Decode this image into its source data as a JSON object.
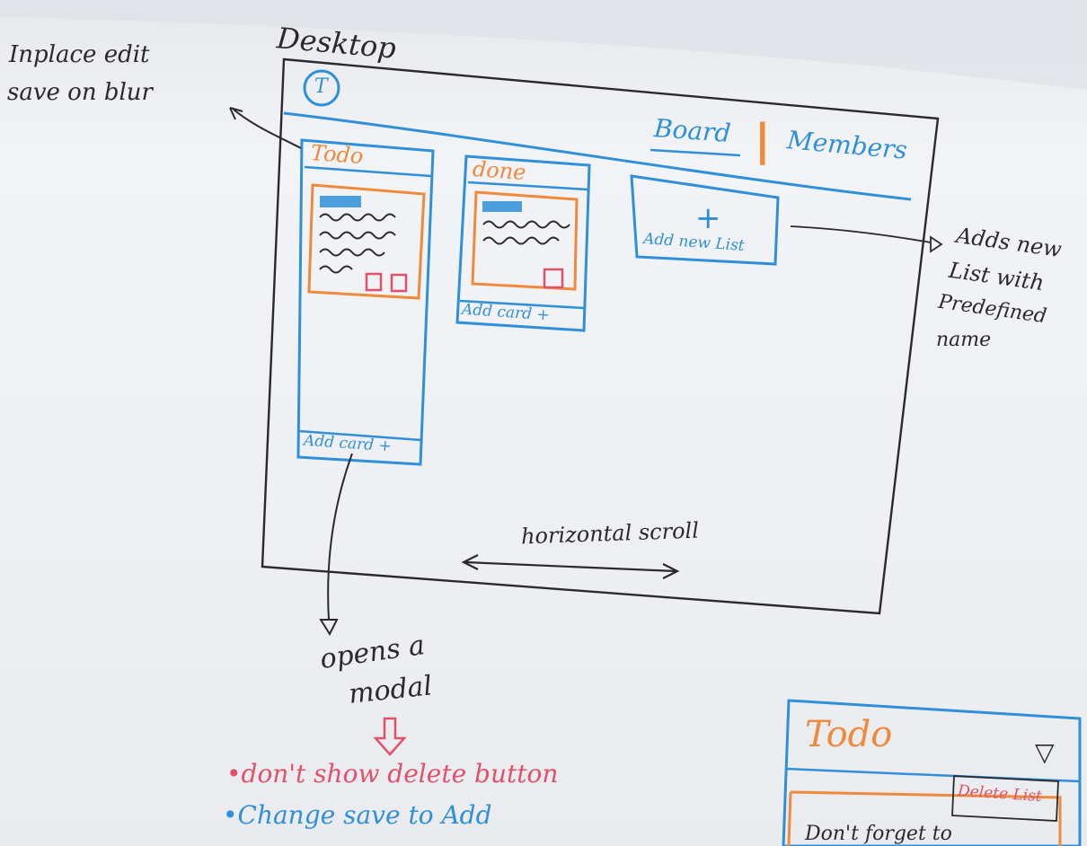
{
  "colors": {
    "ink_black": "#2a2a2e",
    "ink_blue": "#2f8fd8",
    "ink_orange": "#ef8a3d",
    "ink_red": "#e2506a"
  },
  "sketch": {
    "desktop_label": "Desktop",
    "logo_letter": "T",
    "nav": {
      "board": "Board",
      "separator": "|",
      "members": "Members"
    },
    "lists": [
      {
        "title": "Todo",
        "add_card": "Add card +"
      },
      {
        "title": "done",
        "add_card": "Add card +"
      }
    ],
    "add_new_list": {
      "plus": "+",
      "label": "Add new List"
    },
    "scroll_note": "horizontal scroll"
  },
  "annotations": {
    "inplace": [
      "Inplace edit",
      "save on blur"
    ],
    "adds_new": [
      "Adds new",
      "List with",
      "Predefined",
      "name"
    ],
    "opens_modal": [
      "opens a",
      "modal"
    ],
    "modal_rules": [
      "•don't show delete button",
      "•Change save to Add"
    ]
  },
  "detail_sketch": {
    "title": "Todo",
    "dropdown": "▽",
    "delete_list": "Delete List",
    "card_text": "Don't forget to"
  }
}
